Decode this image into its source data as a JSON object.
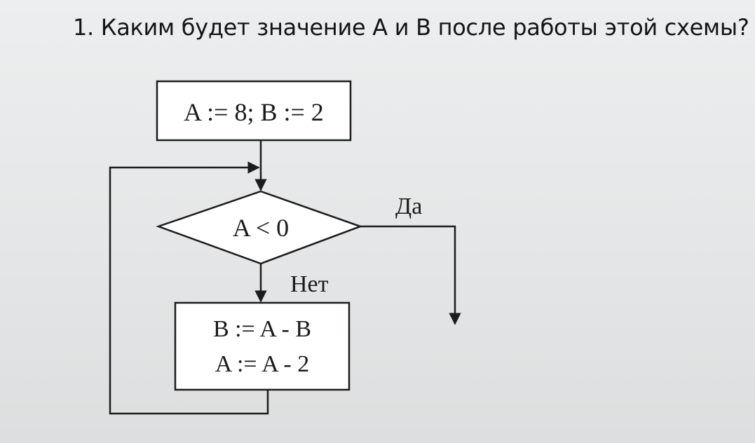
{
  "question": {
    "text": "1. Каким будет значение А и В после работы этой схемы?"
  },
  "flowchart": {
    "start_block": {
      "text": "A := 8; B := 2"
    },
    "condition": {
      "text": "A < 0"
    },
    "yes_label": "Да",
    "no_label": "Нет",
    "process_block": {
      "line1": "B := A - B",
      "line2": "A := A - 2"
    }
  }
}
